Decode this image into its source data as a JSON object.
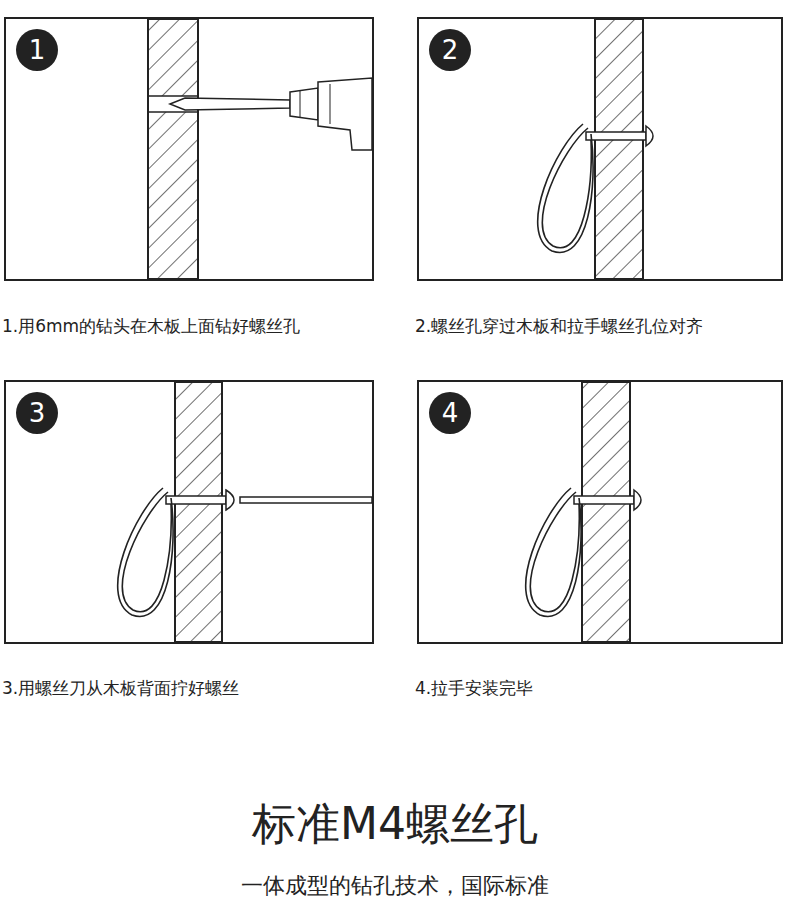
{
  "diagram": {
    "title": "标准M4螺丝孔",
    "caption": "一体成型的钻孔技术，国际标准",
    "nodes": [
      {
        "text": [
          "1.用6mm的钻头在木板上面钻好螺丝孔"
        ]
      },
      {
        "text": [
          "1"
        ],
        "in": 0
      },
      {
        "text": [
          "2.螺丝孔穿过木板和拉手螺丝孔位对齐"
        ]
      },
      {
        "text": [
          "2"
        ],
        "in": 2
      },
      {
        "text": [
          "3.用螺丝刀从木板背面拧好螺丝"
        ]
      },
      {
        "text": [
          "3"
        ],
        "in": 4
      },
      {
        "text": [
          "4.拉手安装完毕"
        ]
      },
      {
        "text": [
          "4"
        ],
        "in": 6
      }
    ]
  }
}
